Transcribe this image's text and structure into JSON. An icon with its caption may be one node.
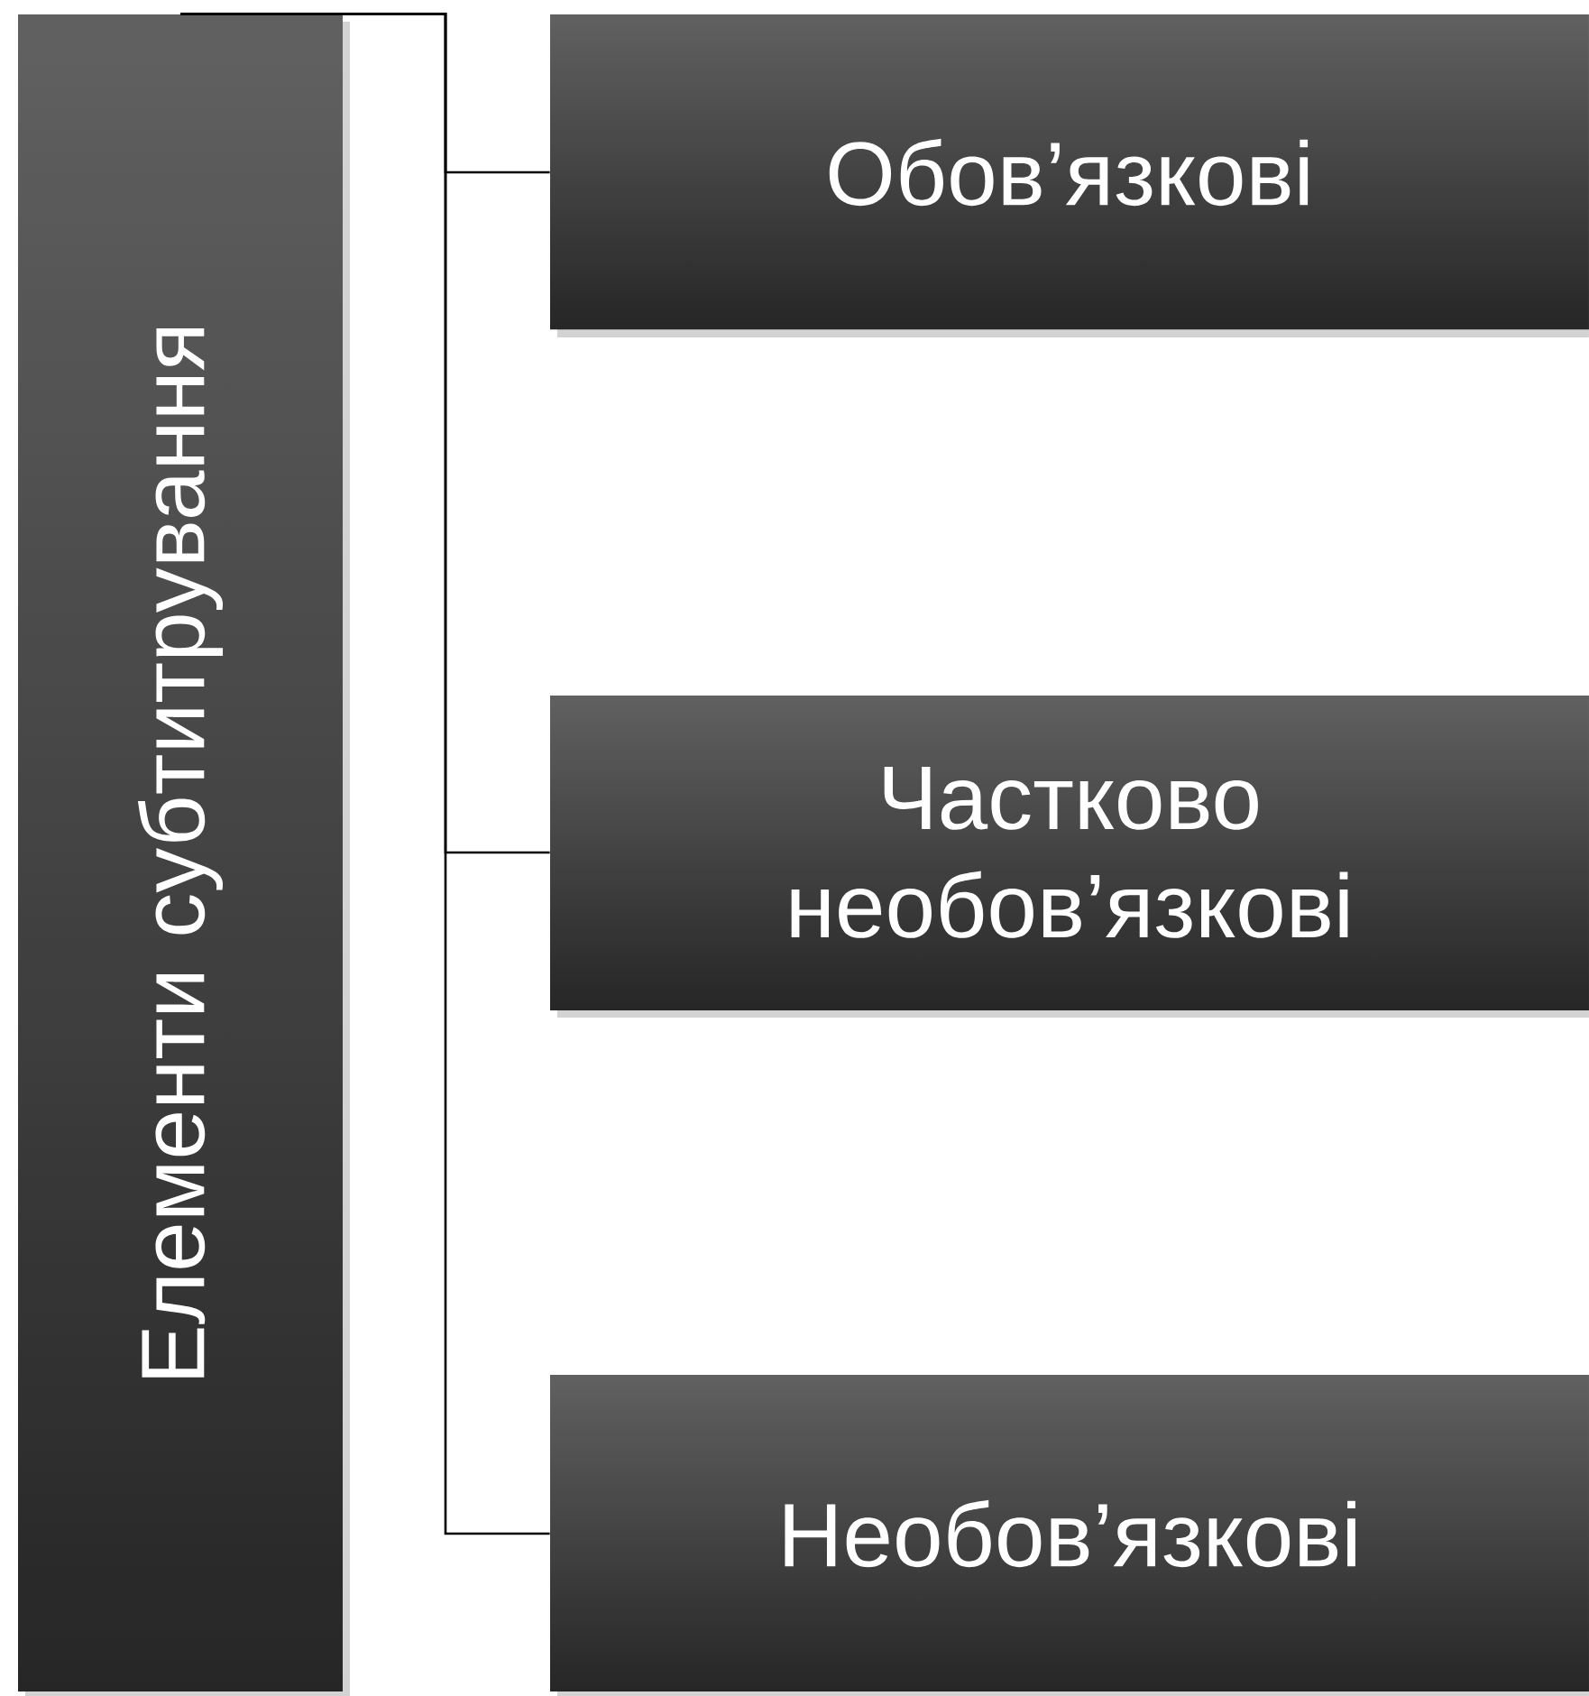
{
  "diagram": {
    "nodes": [
      {
        "text": [
          "Елементи субтитрування"
        ]
      },
      {
        "text": [
          "Обов’язкові"
        ]
      },
      {
        "text": [
          "Частково необов’язкові"
        ]
      },
      {
        "text": [
          "Необов’язкові"
        ]
      }
    ],
    "edges": [
      {
        "from": 0,
        "to": 1,
        "arrow": "none"
      },
      {
        "from": 0,
        "to": 2,
        "arrow": "none"
      },
      {
        "from": 0,
        "to": 3,
        "arrow": "none"
      }
    ]
  }
}
